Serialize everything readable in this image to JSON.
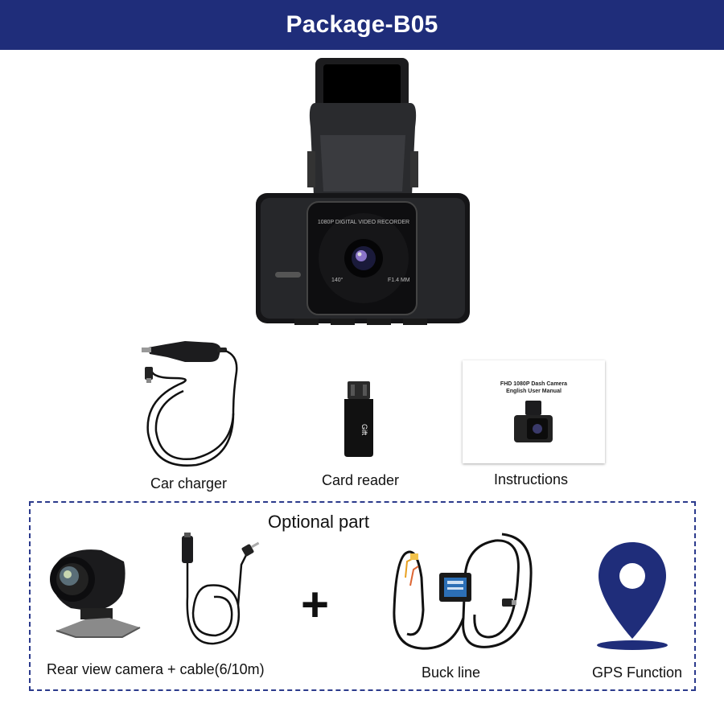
{
  "header": {
    "title": "Package-B05",
    "background": "#1f2d7a"
  },
  "included": {
    "car_charger": "Car charger",
    "card_reader": "Card reader",
    "instructions": "Instructions",
    "booklet_line1": "FHD 1080P Dash Camera",
    "booklet_line2": "English User Manual",
    "reader_text": "Gift"
  },
  "camera_lens_text": {
    "ring_top": "1080P DIGITAL VIDEO RECORDER",
    "ring_left": "140°",
    "ring_right": "F1.4 MM"
  },
  "optional": {
    "title": "Optional part",
    "plus_symbol": "+",
    "rear_camera": "Rear view camera + cable(6/10m)",
    "buck_line": "Buck line",
    "gps": "GPS Function",
    "border_color": "#2b3a8c",
    "gps_color": "#1f2d7a"
  },
  "icons": [
    "dash-camera",
    "car-charger-icon",
    "card-reader-icon",
    "manual-icon",
    "rear-camera-icon",
    "cable-icon",
    "buck-line-icon",
    "gps-pin-icon"
  ]
}
